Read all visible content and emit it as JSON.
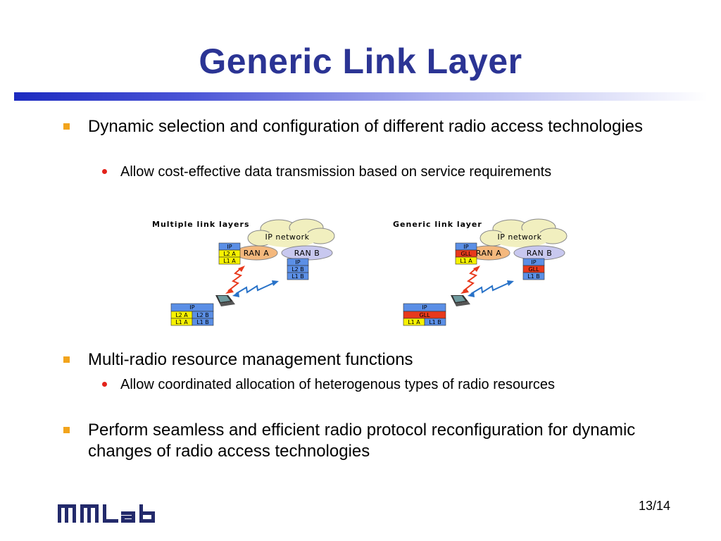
{
  "slide": {
    "title": "Generic Link Layer",
    "page_number": "13/14",
    "logo_text": "MMLab"
  },
  "bullets": [
    {
      "text": "Dynamic selection and configuration of different radio access technologies",
      "sub": [
        "Allow cost-effective data transmission based on service requirements"
      ]
    },
    {
      "text": "Multi-radio resource management functions",
      "sub": [
        "Allow coordinated allocation of heterogenous types of radio resources"
      ]
    },
    {
      "text": "Perform seamless and efficient radio protocol reconfiguration for dynamic changes of radio access technologies",
      "sub": []
    }
  ],
  "diagrams": {
    "left": {
      "caption": "Multiple link layers",
      "cloud_label": "IP network",
      "ran_a": "RAN A",
      "ran_b": "RAN B",
      "stack_a": [
        "IP",
        "L2 A",
        "L1 A"
      ],
      "stack_b": [
        "IP",
        "L2 B",
        "L1 B"
      ],
      "terminal": {
        "top": "IP",
        "left_col": [
          "L2 A",
          "L1 A"
        ],
        "right_col": [
          "L2 B",
          "L1 B"
        ]
      }
    },
    "right": {
      "caption": "Generic link layer",
      "cloud_label": "IP network",
      "ran_a": "RAN A",
      "ran_b": "RAN B",
      "stack_a": [
        "IP",
        "GLL",
        "L1 A"
      ],
      "stack_b": [
        "IP",
        "GLL",
        "L1 B"
      ],
      "terminal": {
        "top": "IP",
        "middle": "GLL",
        "bottom": [
          "L1 A",
          "L1 B"
        ]
      }
    }
  },
  "colors": {
    "title": "#2b3494",
    "bullet_l1": "#f2a41c",
    "bullet_l2": "#e3231b",
    "layer_ip": "#5b8fe6",
    "layer_a": "#f7f200",
    "layer_b": "#5b8fe6",
    "layer_gll": "#e8391c",
    "cloud": "#f1efbf",
    "ran_a": "#f4b87d",
    "ran_b": "#c8c8ef",
    "arrow_a": "#e8391c",
    "arrow_b": "#2872c8"
  }
}
